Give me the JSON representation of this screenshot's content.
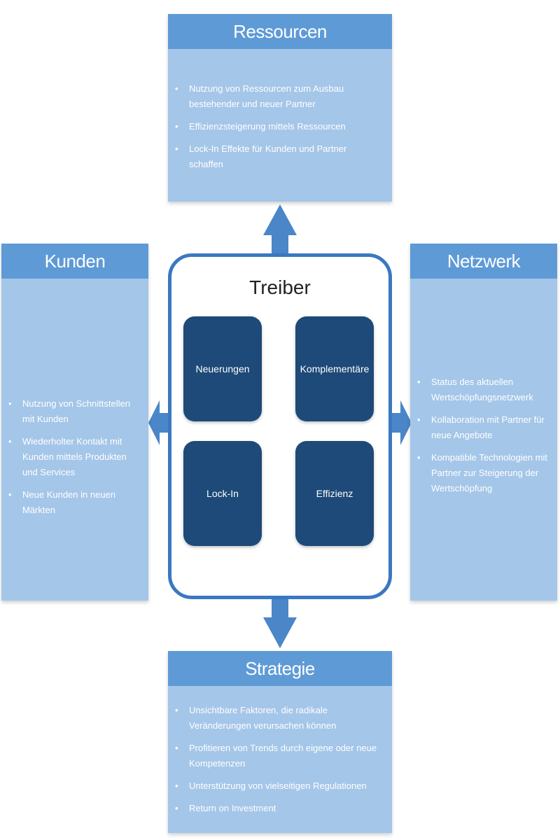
{
  "center": {
    "title": "Treiber",
    "drivers": [
      "Neuerungen",
      "Komplementäre",
      "Lock-In",
      "Effizienz"
    ]
  },
  "panels": {
    "resources": {
      "title": "Ressourcen",
      "items": [
        "Nutzung von Ressourcen zum Ausbau bestehender und neuer Partner",
        "Effizienzsteigerung mittels Ressourcen",
        "Lock-In Effekte für Kunden und Partner schaffen"
      ]
    },
    "customers": {
      "title": "Kunden",
      "items": [
        "Nutzung von Schnittstellen mit Kunden",
        "Wiederholter Kontakt mit Kunden mittels Produkten und Services",
        "Neue Kunden in neuen Märkten"
      ]
    },
    "network": {
      "title": "Netzwerk",
      "items": [
        "Status des aktuellen Wertschöpfungsnetzwerk",
        "Kollaboration mit Partner für neue Angebote",
        "Kompatible Technologien mit Partner zur Steigerung der Wertschöpfung"
      ]
    },
    "strategy": {
      "title": "Strategie",
      "items": [
        "Unsichtbare Faktoren, die radikale Veränderungen verursachen können",
        "Profitieren von Trends durch eigene oder neue Kompetenzen",
        "Unterstützung von vielseitigen Regulationen",
        "Return on Investment"
      ]
    }
  },
  "colors": {
    "panel_fill": "#a4c6e8",
    "panel_header": "#5e9ad6",
    "arrow": "#4a86c8",
    "center_border": "#3a78c0",
    "driver_fill": "#1d4a78"
  }
}
